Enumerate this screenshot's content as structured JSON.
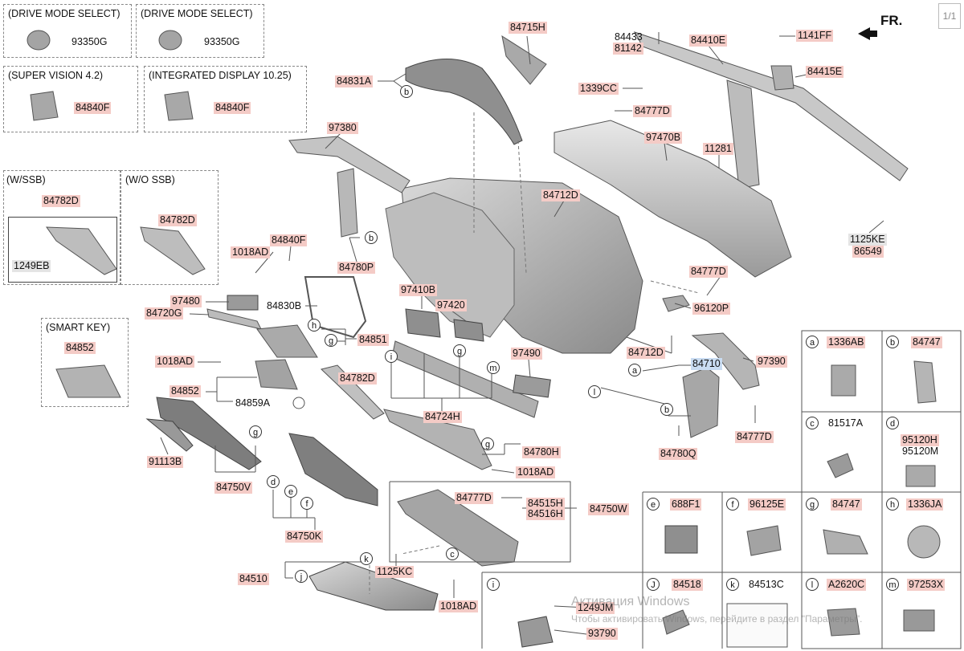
{
  "page_indicator": "1/1",
  "direction_label": "FR.",
  "variant_boxes": [
    {
      "label": "(DRIVE MODE SELECT)",
      "part": "93350G"
    },
    {
      "label": "(DRIVE MODE SELECT)",
      "part": "93350G"
    },
    {
      "label": "(SUPER VISION 4.2)",
      "part": "84840F"
    },
    {
      "label": "(INTEGRATED DISPLAY 10.25)",
      "part": "84840F"
    },
    {
      "label": "(W/SSB)",
      "part": "84782D",
      "sub_part": "1249EB"
    },
    {
      "label": "(W/O SSB)",
      "part": "84782D"
    },
    {
      "label": "(SMART KEY)",
      "part": "84852"
    }
  ],
  "callouts": {
    "p84715H": "84715H",
    "p84831A": "84831A",
    "p84433": "84433",
    "p81142": "81142",
    "p84410E": "84410E",
    "p1141FF": "1141FF",
    "p84415E": "84415E",
    "p1339CC": "1339CC",
    "p84777D_a": "84777D",
    "p97380": "97380",
    "p97470B": "97470B",
    "p11281": "11281",
    "p84712D_a": "84712D",
    "p1125KE": "1125KE",
    "p86549": "86549",
    "p84840F": "84840F",
    "p1018AD_a": "1018AD",
    "p84780P": "84780P",
    "p84777D_b": "84777D",
    "p96120P": "96120P",
    "p97410B": "97410B",
    "p97420": "97420",
    "p97480": "97480",
    "p84720G": "84720G",
    "p84830B": "84830B",
    "p84851": "84851",
    "p1018AD_b": "1018AD",
    "p97490": "97490",
    "p84712D_b": "84712D",
    "p84710": "84710",
    "p97390": "97390",
    "p84852": "84852",
    "p84859A": "84859A",
    "p84782D": "84782D",
    "p84724H": "84724H",
    "p84777D_c": "84777D",
    "p84780Q": "84780Q",
    "p91113B": "91113B",
    "p84750V": "84750V",
    "p84780H": "84780H",
    "p1018AD_c": "1018AD",
    "p84777D_d": "84777D",
    "p84515H": "84515H",
    "p84516H": "84516H",
    "p84750W": "84750W",
    "p84750K": "84750K",
    "p1125KC": "1125KC",
    "p84510": "84510",
    "p1018AD_d": "1018AD",
    "p1249JM": "1249JM",
    "p93790": "93790"
  },
  "letters": [
    "a",
    "b",
    "c",
    "d",
    "e",
    "f",
    "g",
    "h",
    "i",
    "j",
    "k",
    "l",
    "m"
  ],
  "legend_cells": [
    {
      "letter": "a",
      "part": "1336AB"
    },
    {
      "letter": "b",
      "part": "84747"
    },
    {
      "letter": "c",
      "part": "81517A"
    },
    {
      "letter": "d",
      "part": "95120H",
      "part2": "95120M"
    },
    {
      "letter": "e",
      "part": "688F1"
    },
    {
      "letter": "f",
      "part": "96125E"
    },
    {
      "letter": "g",
      "part": "84747"
    },
    {
      "letter": "h",
      "part": "1336JA"
    },
    {
      "letter": "i",
      "part": ""
    },
    {
      "letter": "J",
      "part": "84518"
    },
    {
      "letter": "k",
      "part": "84513C"
    },
    {
      "letter": "l",
      "part": "A2620C"
    },
    {
      "letter": "m",
      "part": "97253X"
    }
  ],
  "watermark": {
    "line1": "Активация Windows",
    "line2": "Чтобы активировать Windows, перейдите в раздел \"Параметры\"."
  }
}
